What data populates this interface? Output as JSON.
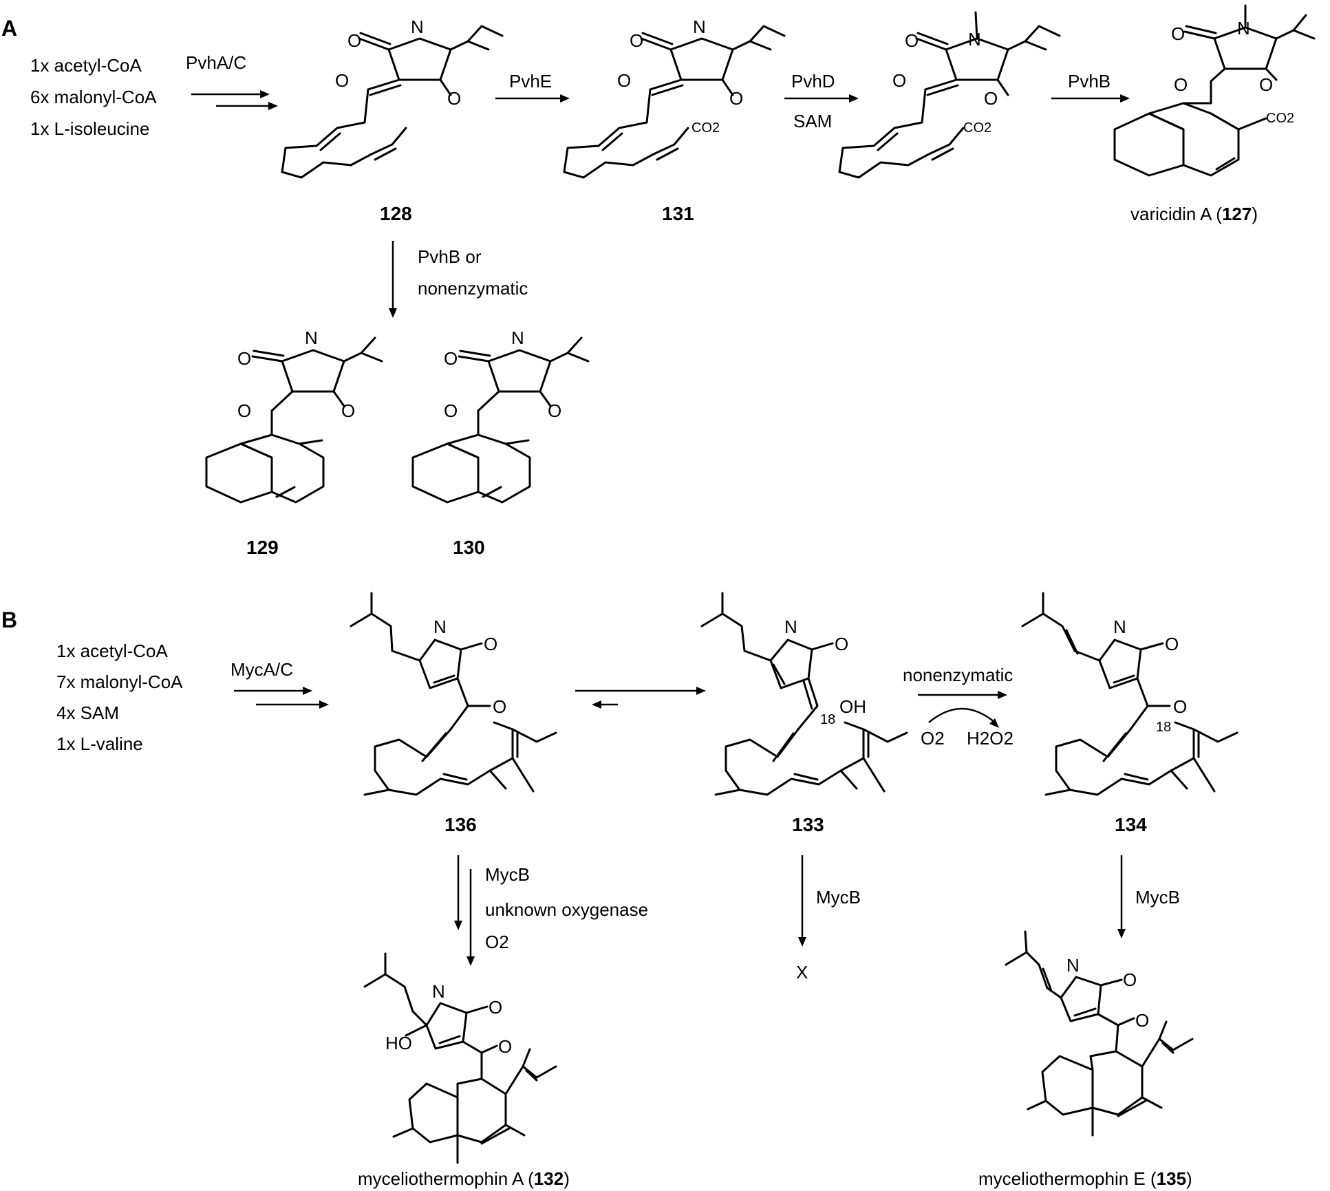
{
  "panelA": {
    "label": "A",
    "substrates": [
      "1x acetyl-CoA",
      "6x malonyl-CoA",
      "1x L-isoleucine"
    ],
    "enzymes": {
      "pvhAC": "PvhA/C",
      "pvhE": "PvhE",
      "pvhD": "PvhD",
      "sam": "SAM",
      "pvhB": "PvhB",
      "pvhBor": "PvhB or",
      "nonenzymatic": "nonenzymatic"
    },
    "compounds": {
      "c128": "128",
      "c131": "131",
      "c129": "129",
      "c130": "130",
      "varicidinName": "varicidin A (",
      "varicidinNum": "127",
      "varicidinClose": ")"
    }
  },
  "panelB": {
    "label": "B",
    "substrates": [
      "1x acetyl-CoA",
      "7x malonyl-CoA",
      "4x SAM",
      "1x L-valine"
    ],
    "enzymes": {
      "mycAC": "MycA/C",
      "nonenzymatic": "nonenzymatic",
      "o2": "O2",
      "h2o2": "H2O2",
      "mycB1": "MycB",
      "oxygenase": "unknown oxygenase",
      "o2b": "O2",
      "mycB2": "MycB",
      "mycB3": "MycB",
      "x": "X"
    },
    "compounds": {
      "c136": "136",
      "c133": "133",
      "c134": "134",
      "mycAName": "myceliothermophin A (",
      "mycANum": "132",
      "mycAClose": ")",
      "mycEName": "myceliothermophin E (",
      "mycENum": "135",
      "mycEClose": ")"
    },
    "atomLabels": {
      "c18a": "18",
      "c18b": "18"
    }
  }
}
